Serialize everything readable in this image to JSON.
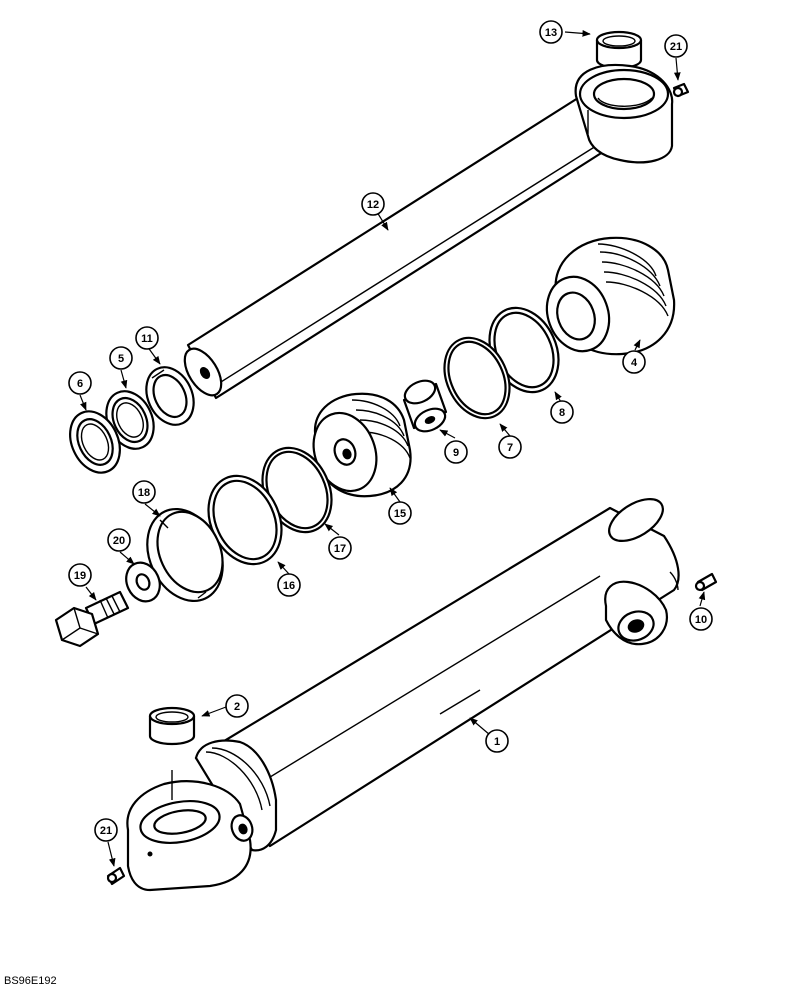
{
  "figure_id": "BS96E192",
  "callouts": [
    "1",
    "2",
    "4",
    "5",
    "6",
    "7",
    "8",
    "9",
    "10",
    "11",
    "12",
    "13",
    "15",
    "16",
    "17",
    "18",
    "19",
    "20",
    "21",
    "21"
  ]
}
